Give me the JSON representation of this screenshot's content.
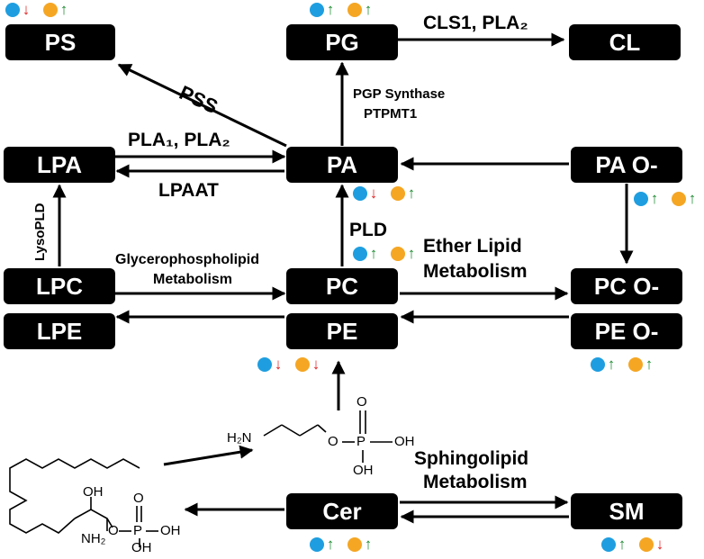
{
  "colors": {
    "blue": "#1e9ee0",
    "orange": "#f5a623",
    "up": "#1a8a2e",
    "down": "#e02020",
    "node": "#000000"
  },
  "nodes": {
    "ps": "PS",
    "pg": "PG",
    "cl": "CL",
    "lpa": "LPA",
    "pa": "PA",
    "pao": "PA O-",
    "lpc": "LPC",
    "pc": "PC",
    "pco": "PC O-",
    "lpe": "LPE",
    "pe": "PE",
    "peo": "PE O-",
    "cer": "Cer",
    "sm": "SM"
  },
  "labels": {
    "pss": "PSS",
    "cls1": "CLS1, PLA₂",
    "pgp1": "PGP Synthase",
    "pgp2": "PTPMT1",
    "pla": "PLA₁, PLA₂",
    "lpaat": "LPAAT",
    "lysopld": "LysoPLD",
    "pld": "PLD",
    "gpl1": "Glycerophospholipid",
    "gpl2": "Metabolism",
    "ether1": "Ether Lipid",
    "ether2": "Metabolism",
    "sphingo1": "Sphingolipid",
    "sphingo2": "Metabolism"
  },
  "chem": {
    "h2n": "H₂N",
    "o1": "O",
    "p1": "P",
    "oh1": "OH",
    "o_top": "O",
    "oh_bot": "OH",
    "oh_s": "OH",
    "nh2": "NH₂",
    "o2": "O",
    "p2": "P",
    "oh2": "OH",
    "o2_top": "O",
    "oh2_bot": "OH"
  },
  "indicators": [
    {
      "node": "ps",
      "blue": "down",
      "orange": "up"
    },
    {
      "node": "pg",
      "blue": "up",
      "orange": "up"
    },
    {
      "node": "pa",
      "blue": "down",
      "orange": "up"
    },
    {
      "node": "pao",
      "blue": "up",
      "orange": "up"
    },
    {
      "node": "pc",
      "blue": "up",
      "orange": "up"
    },
    {
      "node": "pe",
      "blue": "down",
      "orange": "down"
    },
    {
      "node": "peo",
      "blue": "up",
      "orange": "up"
    },
    {
      "node": "cer",
      "blue": "up",
      "orange": "up"
    },
    {
      "node": "sm",
      "blue": "up",
      "orange": "down"
    }
  ]
}
